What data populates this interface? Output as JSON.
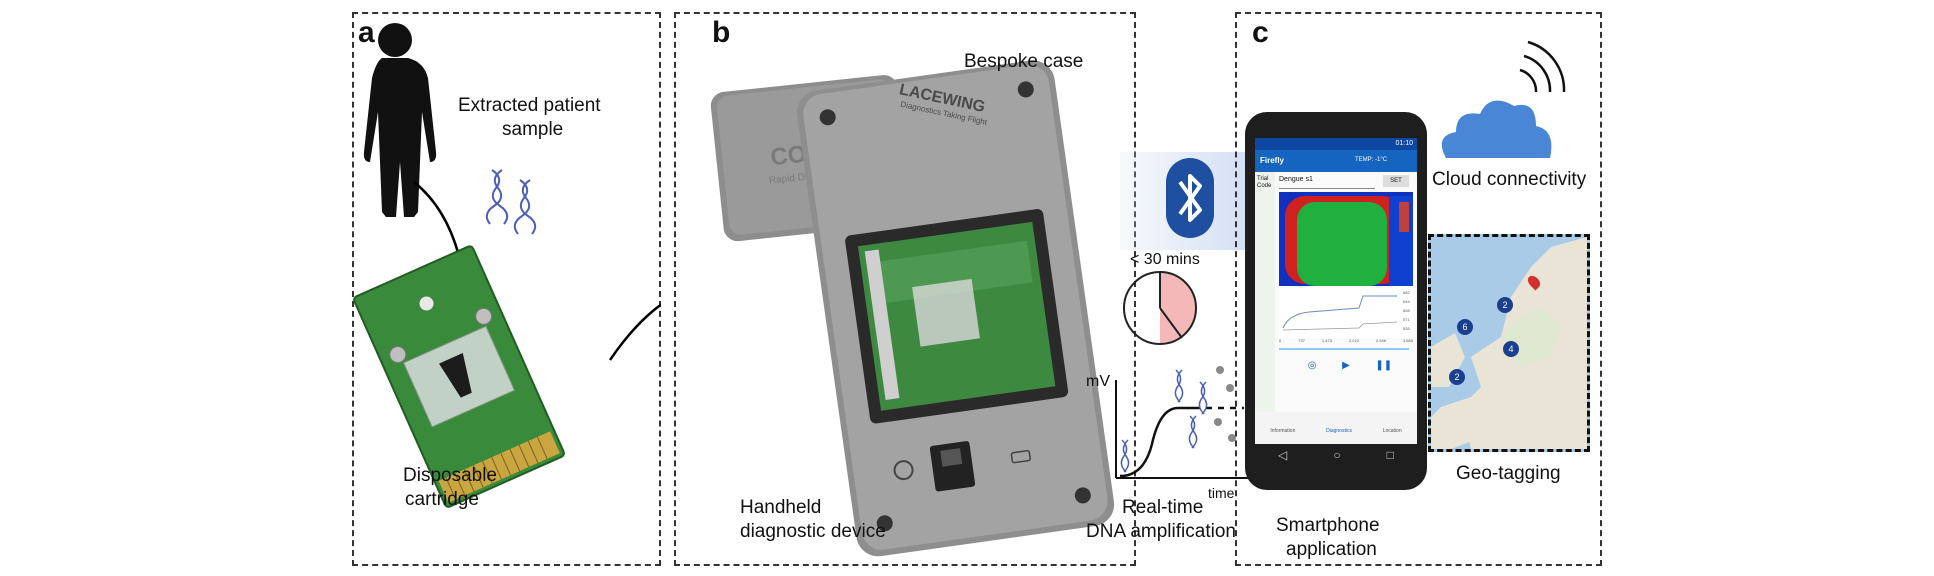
{
  "panels": {
    "a": {
      "label": "a",
      "sample_label": [
        "Extracted patient",
        "sample"
      ],
      "cartridge_label": [
        "Disposable",
        "cartridge"
      ]
    },
    "b": {
      "label": "b",
      "case_label": "Bespoke case",
      "device_label": [
        "Handheld",
        "diagnostic device"
      ],
      "lid_text": [
        "COVID-19",
        "Rapid Diagnostic Test"
      ],
      "brand_name": "LACEWING",
      "brand_tagline": "Diagnostics Taking Flight",
      "timer_label": "< 30 mins",
      "graph_y_label": "mV",
      "graph_x_label": "time",
      "amplification_label": [
        "Real-time",
        "DNA amplification"
      ]
    },
    "c": {
      "label": "c",
      "cloud_label": "Cloud connectivity",
      "geo_label": "Geo-tagging",
      "phone_label": [
        "Smartphone",
        "application"
      ],
      "map_clusters": [
        "2",
        "6",
        "4",
        "2"
      ],
      "app": {
        "status_time": "01:10",
        "app_name": "Firefly",
        "temp": "TEMP: -1°C",
        "trial_label": [
          "Trial",
          "Code"
        ],
        "trial_value": "Dengue s1",
        "set_button": "SET",
        "y_ticks": [
          "682",
          "645",
          "608",
          "571",
          "535"
        ],
        "x_ticks": [
          "0",
          "737",
          "1,473",
          "2,210",
          "2,946",
          "3,683"
        ],
        "nav": [
          "Information",
          "Diagnostics",
          "Location"
        ]
      }
    }
  },
  "colors": {
    "pcb_green": "#3a8a3c",
    "device_grey": "#9a9a9a",
    "bluetooth_blue": "#1f4fa0",
    "cloud_blue": "#4a86d6",
    "app_bar": "#1565c0",
    "timer_fill": "#f4b8b8"
  }
}
